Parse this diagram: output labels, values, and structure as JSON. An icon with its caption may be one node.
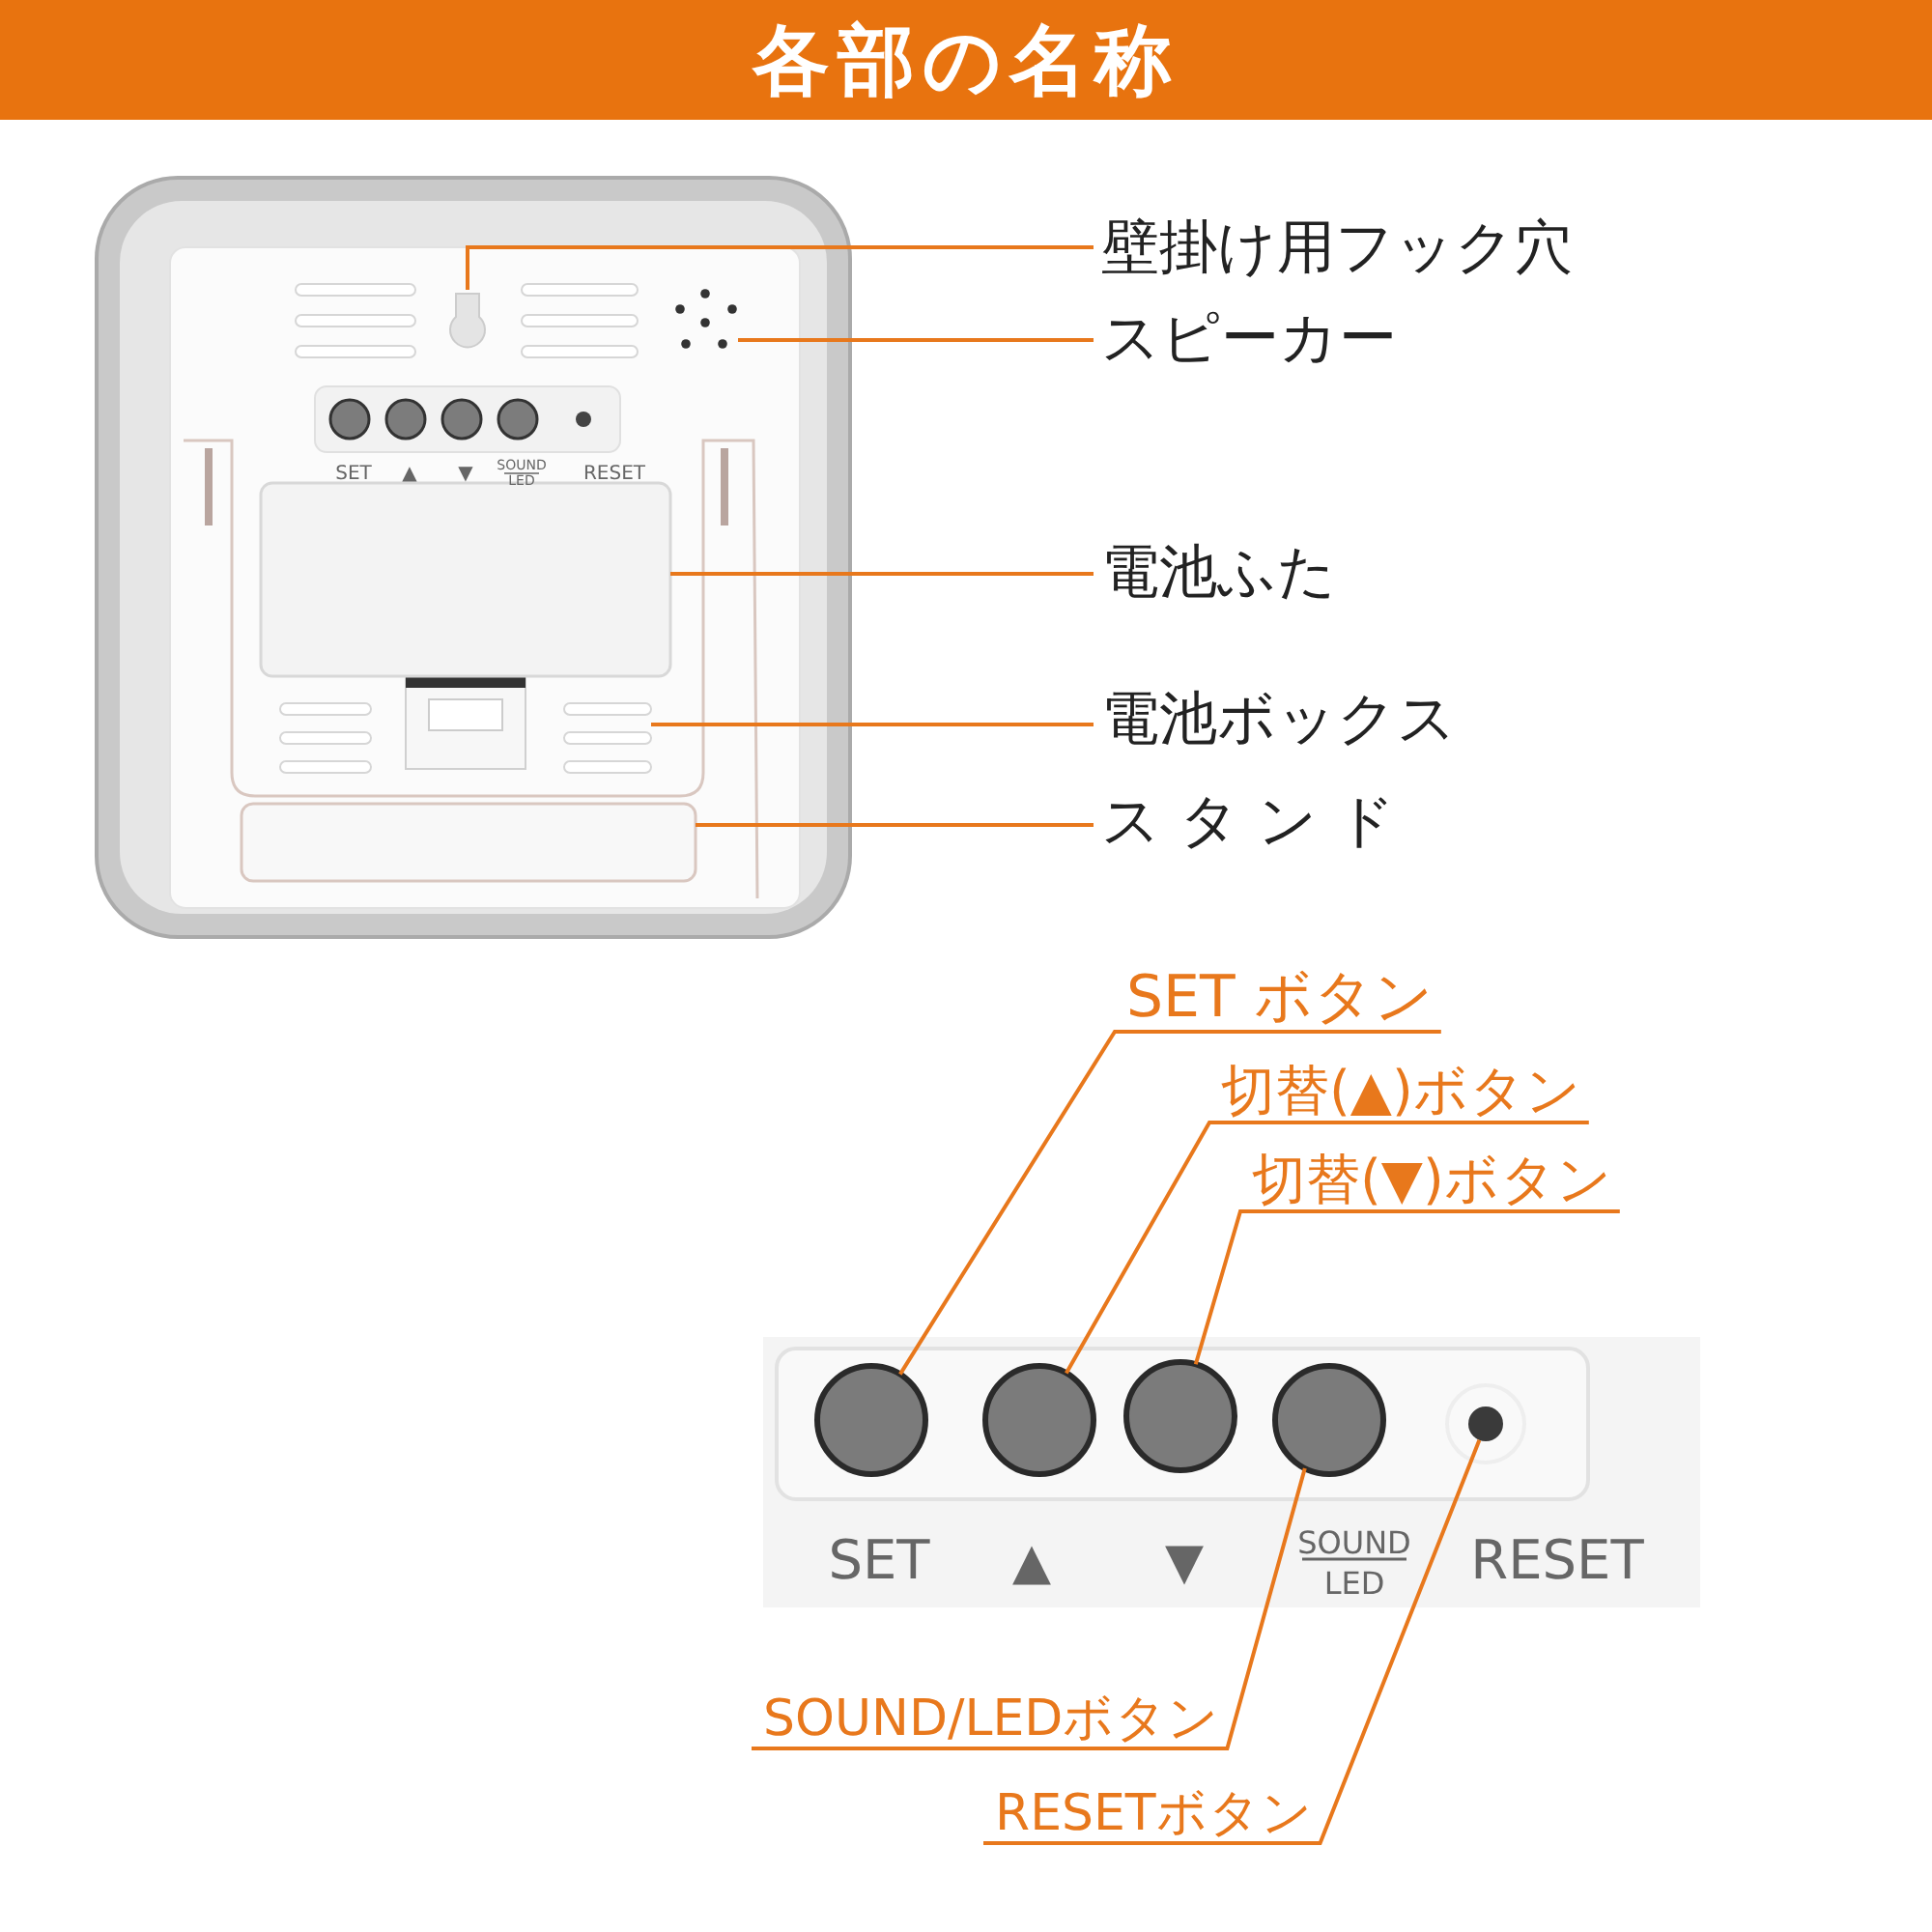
{
  "diagram": {
    "title": "各部の名称",
    "nodes": [
      {
        "text": [
          "壁掛け用フック穴"
        ]
      },
      {
        "text": [
          "スピーカー"
        ]
      },
      {
        "text": [
          "電池ふた"
        ]
      },
      {
        "text": [
          "電池ボックス"
        ]
      },
      {
        "text": [
          "ス タ ン ド"
        ]
      },
      {
        "text": [
          "SET ボタン"
        ]
      },
      {
        "text": [
          "切替(▲)ボタン"
        ]
      },
      {
        "text": [
          "切替(▼)ボタン"
        ]
      },
      {
        "text": [
          "SOUND/LEDボタン"
        ]
      },
      {
        "text": [
          "RESETボタン"
        ]
      },
      {
        "text": [],
        "shape": "picture"
      },
      {
        "text": [],
        "shape": "picture"
      },
      {
        "text": [],
        "shape": "box"
      },
      {
        "text": [],
        "shape": "picture"
      },
      {
        "text": [],
        "shape": "box"
      },
      {
        "text": [],
        "shape": "circle"
      },
      {
        "text": [],
        "shape": "circle"
      },
      {
        "text": [],
        "shape": "circle"
      },
      {
        "text": [],
        "shape": "circle"
      },
      {
        "text": [],
        "shape": "circle"
      }
    ],
    "edges": [
      {
        "from": 0,
        "to": 10,
        "arrow": "none"
      },
      {
        "from": 1,
        "to": 11,
        "arrow": "none"
      },
      {
        "from": 2,
        "to": 12,
        "arrow": "none"
      },
      {
        "from": 3,
        "to": 13,
        "arrow": "none"
      },
      {
        "from": 4,
        "to": 14,
        "arrow": "none"
      },
      {
        "from": 5,
        "to": 15,
        "arrow": "none"
      },
      {
        "from": 6,
        "to": 16,
        "arrow": "none"
      },
      {
        "from": 7,
        "to": 17,
        "arrow": "none"
      },
      {
        "from": 8,
        "to": 18,
        "arrow": "none"
      },
      {
        "from": 9,
        "to": 19,
        "arrow": "none"
      }
    ],
    "labels": [
      "SET",
      "▲",
      "▼",
      "SOUND",
      "LED",
      "RESET",
      "SET",
      "▲",
      "▼",
      "SOUND",
      "LED",
      "RESET"
    ]
  }
}
